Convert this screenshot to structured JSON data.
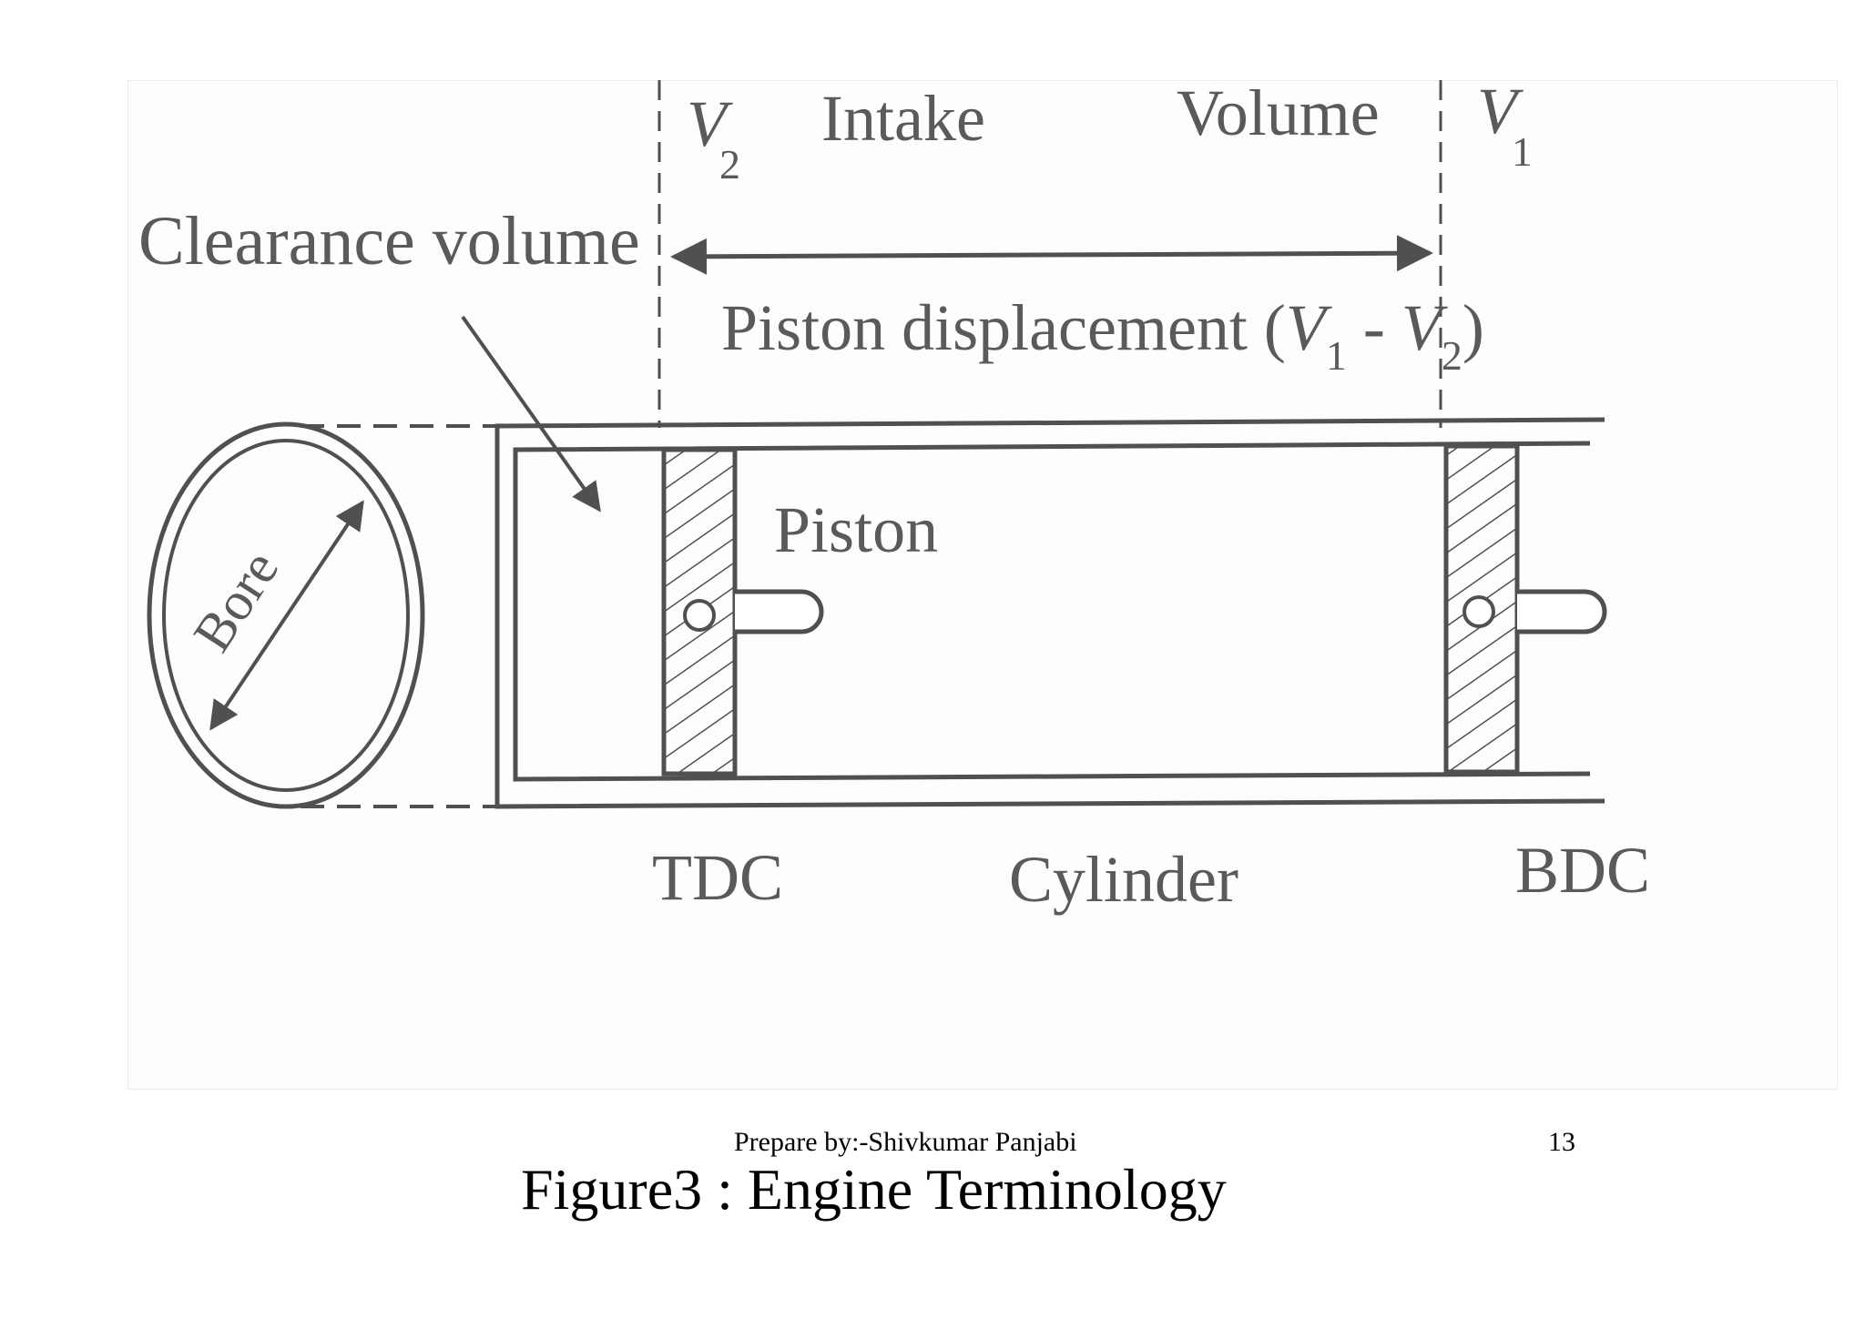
{
  "diagram": {
    "labels": {
      "v2": "V",
      "v2_sub": "2",
      "intake": "Intake",
      "volume": "Volume",
      "v1": "V",
      "v1_sub": "1",
      "clearance_volume": "Clearance volume",
      "displacement_prefix": "Piston displacement (",
      "disp_v1": "V",
      "disp_v1_sub": "1",
      "disp_minus": " - ",
      "disp_v2": "V",
      "disp_v2_sub": "2",
      "disp_close": ")",
      "piston": "Piston",
      "bore": "Bore",
      "tdc": "TDC",
      "cylinder": "Cylinder",
      "bdc": "BDC"
    },
    "colors": {
      "ink": "#505050",
      "text": "#5a5a5a"
    }
  },
  "footer": {
    "author": "Prepare by:-Shivkumar Panjabi",
    "page_number": "13"
  },
  "caption": "Figure3 : Engine Terminology"
}
